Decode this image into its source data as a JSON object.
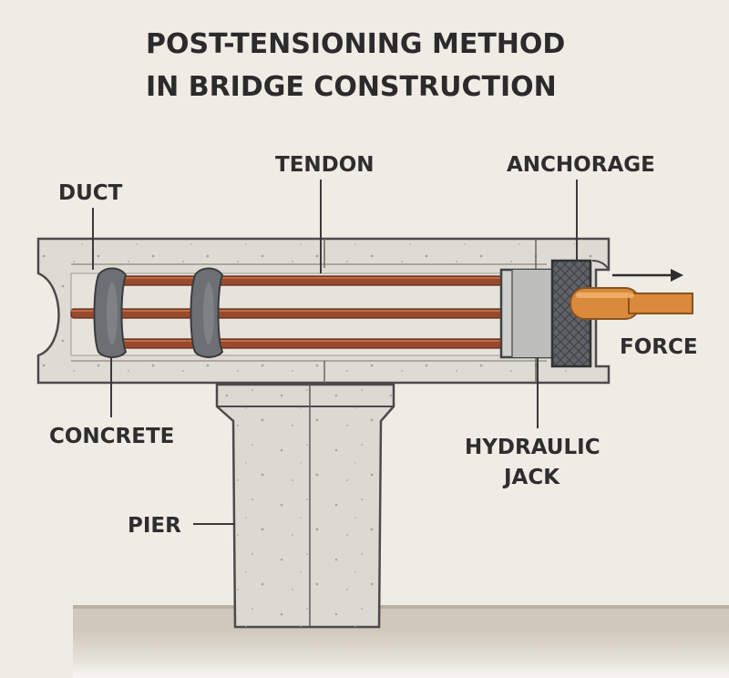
{
  "title": {
    "line1": "POST-TENSIONING METHOD",
    "line2": "IN BRIDGE CONSTRUCTION"
  },
  "labels": {
    "tendon": "TENDON",
    "anchorage": "ANCHORAGE",
    "duct": "DUCT",
    "force": "FORCE",
    "concrete": "CONCRETE",
    "hydraulic_jack_line1": "HYDRAULIC",
    "hydraulic_jack_line2": "JACK",
    "pier": "PIER"
  },
  "colors": {
    "background": "#efece6",
    "concrete": "#dedbd4",
    "tendon": "#9a4a2c",
    "duct_collar": "#6c6f73",
    "jack": "#cfcfcc",
    "anchorage": "#5b5f63",
    "strand": "#d98a3a",
    "ground": "#cfc8bc"
  }
}
